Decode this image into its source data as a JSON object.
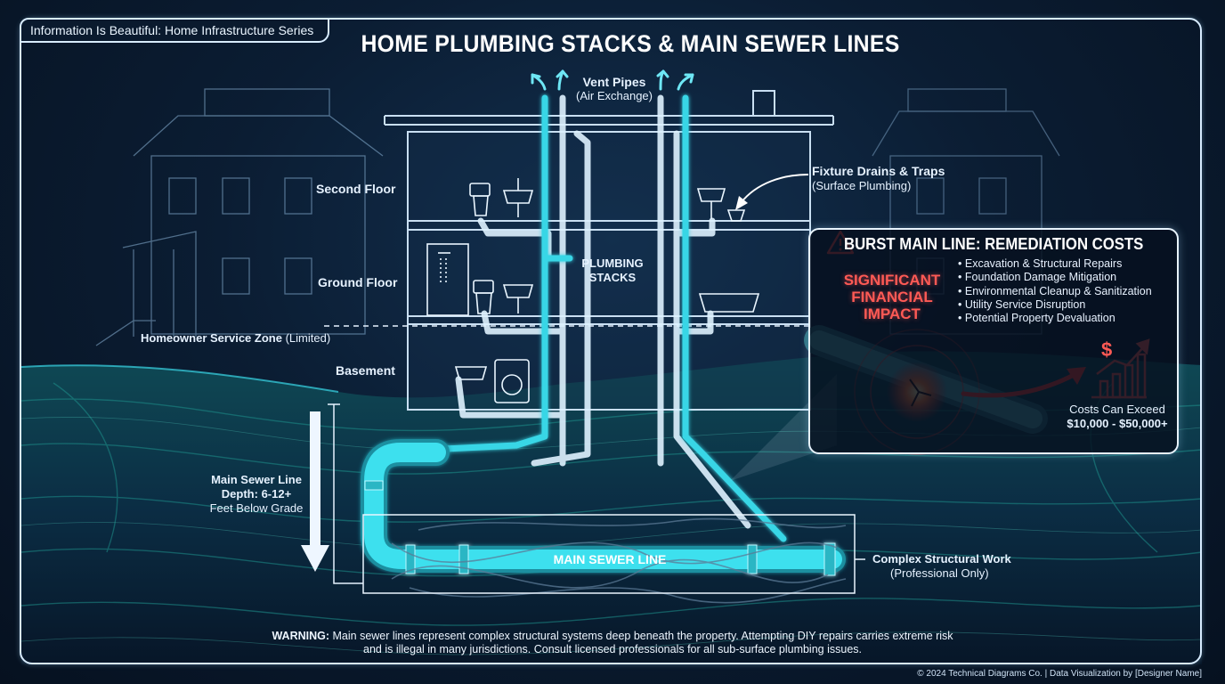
{
  "header": {
    "series_tab": "Information Is Beautiful: Home Infrastructure Series",
    "title": "HOME PLUMBING STACKS & MAIN SEWER LINES"
  },
  "labels": {
    "vent_title": "Vent Pipes",
    "vent_sub": "(Air Exchange)",
    "fixture_title": "Fixture Drains & Traps",
    "fixture_sub": "(Surface Plumbing)",
    "second_floor": "Second Floor",
    "ground_floor": "Ground Floor",
    "basement": "Basement",
    "stacks_line1": "PLUMBING",
    "stacks_line2": "STACKS",
    "zone_bold": "Homeowner Service Zone",
    "zone_sub": "(Limited)",
    "depth_line1": "Main Sewer Line",
    "depth_line2": "Depth: 6-12+",
    "depth_line3": "Feet Below Grade",
    "main_line": "MAIN SEWER LINE",
    "complex_title": "Complex Structural Work",
    "complex_sub": "(Professional Only)"
  },
  "panel": {
    "title": "BURST MAIN LINE: REMEDIATION COSTS",
    "impact_line1": "SIGNIFICANT",
    "impact_line2": "FINANCIAL",
    "impact_line3": "IMPACT",
    "bullets": [
      "Excavation & Structural Repairs",
      "Foundation Damage Mitigation",
      "Environmental Cleanup & Sanitization",
      "Utility Service Disruption",
      "Potential Property Devaluation"
    ],
    "cost_line1": "Costs Can Exceed",
    "cost_line2": "$10,000 - $50,000+",
    "dollar_symbol": "$"
  },
  "footer": {
    "warning_bold": "WARNING:",
    "warning_text": "Main sewer lines represent complex structural systems deep beneath the property. Attempting DIY repairs carries extreme risk and is illegal in many jurisdictions. Consult licensed professionals for all sub-surface plumbing issues.",
    "copyright": "© 2024 Technical Diagrams Co. | Data Visualization by [Designer Name]"
  },
  "colors": {
    "pipe_cyan": "#39d6e6",
    "pipe_white": "#dff2ff",
    "alert_red": "#ff4a44",
    "background": "#0b1d33"
  },
  "icons": [
    "warning-triangle-icon",
    "vent-arrow-icon",
    "toilet-icon",
    "sink-icon",
    "shower-icon",
    "washing-machine-icon",
    "bathtub-icon",
    "pipe-burst-icon",
    "cost-chart-icon",
    "down-arrow-icon"
  ]
}
